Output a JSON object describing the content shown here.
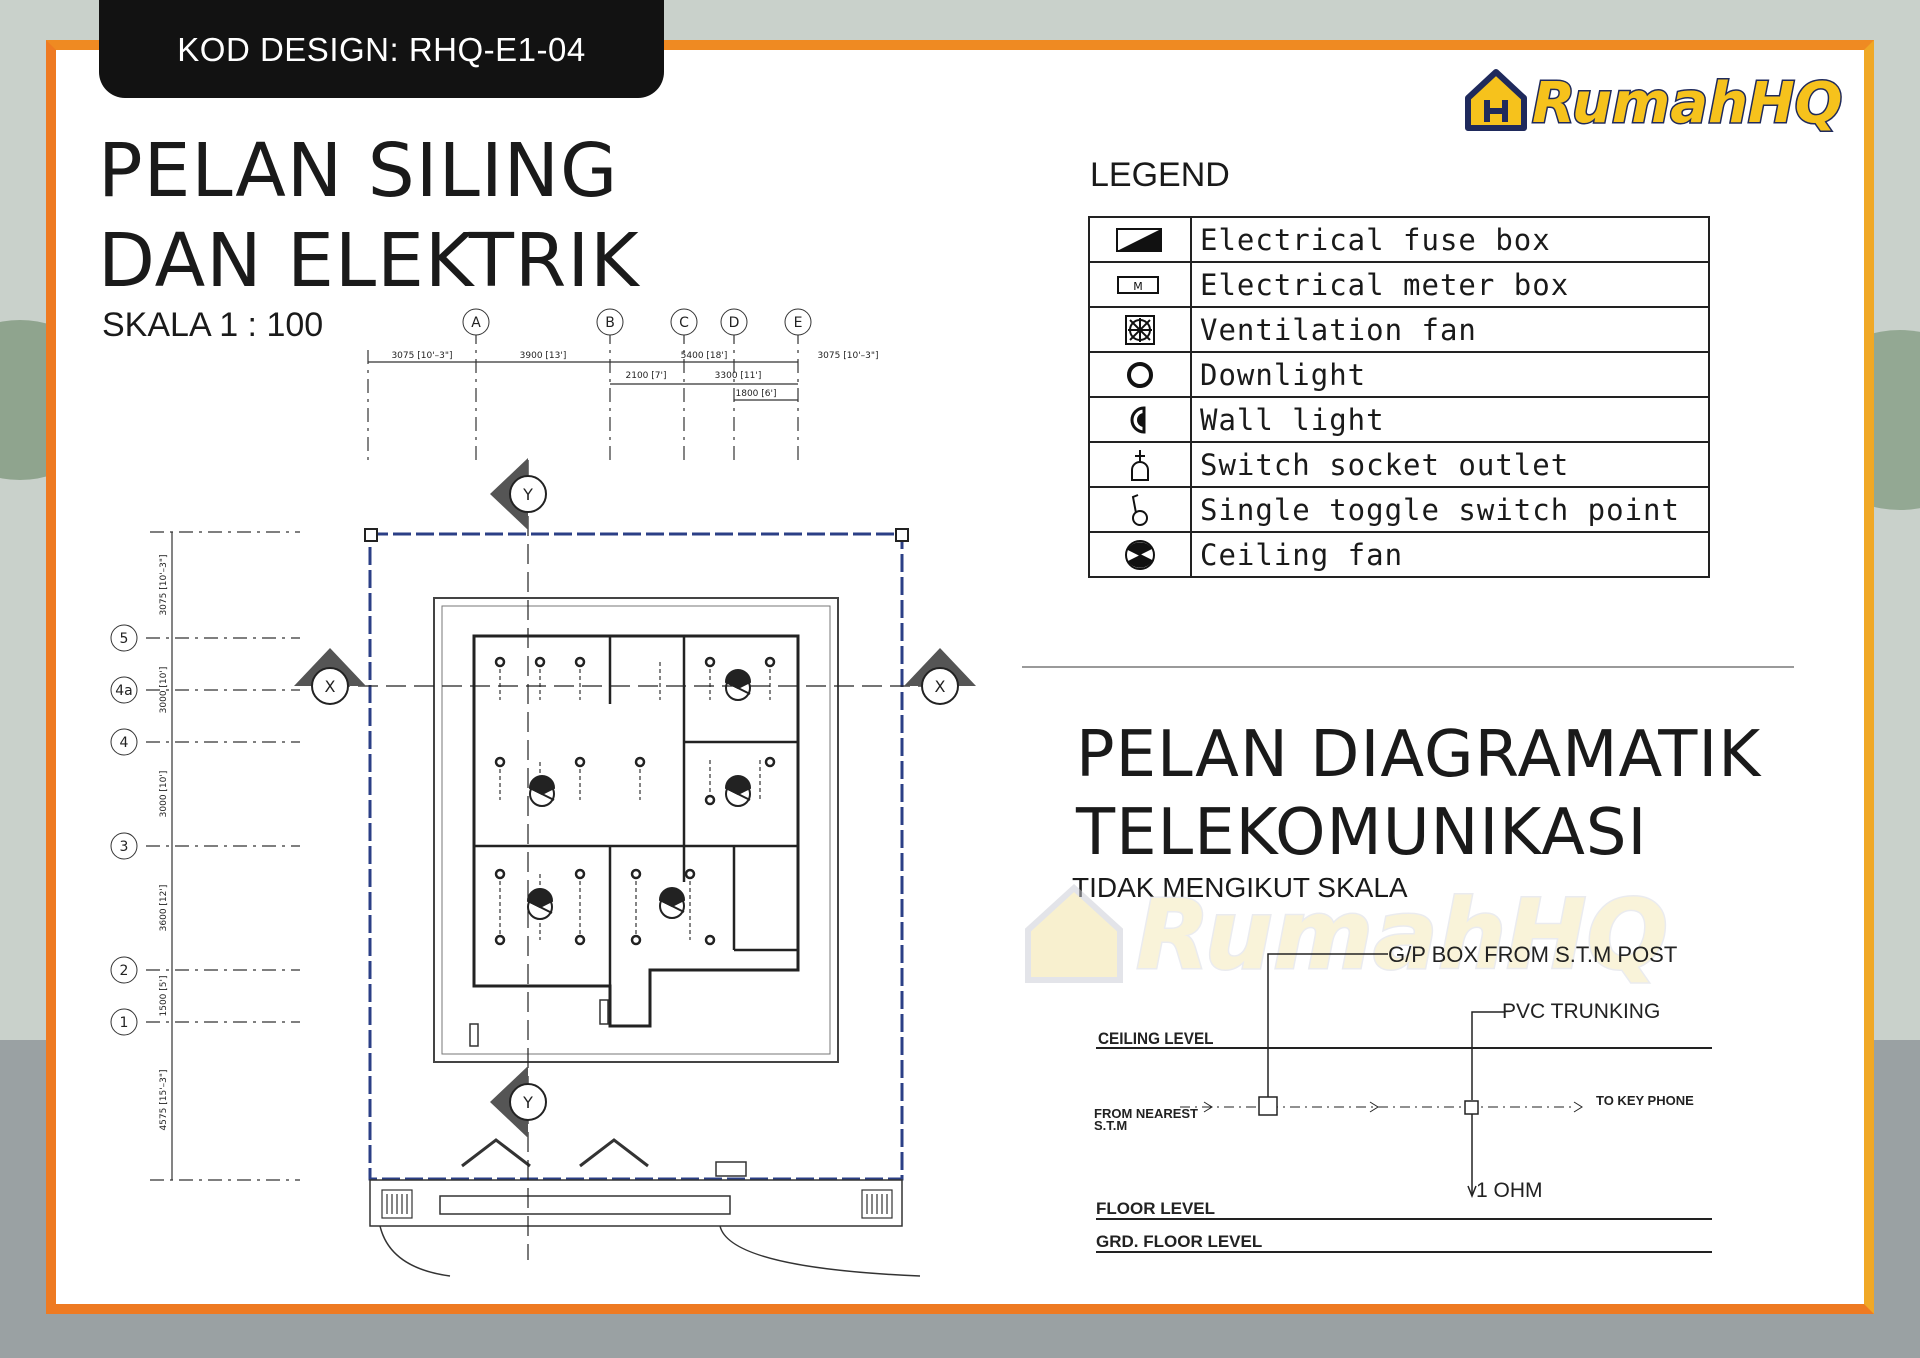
{
  "header": {
    "code_label": "KOD DESIGN: RHQ-E1-04",
    "brand": "RumahHQ",
    "brand_icon": "house-h-logo-icon"
  },
  "ceiling_plan": {
    "title_line1": "PELAN SILING",
    "title_line2": "DAN ELEKTRIK",
    "scale": "SKALA 1 : 100",
    "grid_columns": [
      "A",
      "B",
      "C",
      "D",
      "E"
    ],
    "grid_rows": [
      "5",
      "4a",
      "4",
      "3",
      "2",
      "1"
    ],
    "top_dims": [
      "3075 [10'–3\"]",
      "3900 [13']",
      "5400 [18']",
      "3075 [10'–3\"]"
    ],
    "top_dims_inner": [
      "2100 [7']",
      "3300 [11']",
      "1800 [6']"
    ],
    "left_dims": [
      "3075 [10'–3\"]",
      "3000 [10']",
      "3000 [10']",
      "3600 [12']",
      "1500 [5']",
      "4575 [15'–3\"]"
    ],
    "section_marks": [
      "X",
      "X",
      "Y",
      "Y"
    ]
  },
  "legend": {
    "title": "LEGEND",
    "items": [
      {
        "icon": "fuse-box-icon",
        "label": "Electrical  fuse  box"
      },
      {
        "icon": "meter-box-icon",
        "label": "Electrical  meter  box"
      },
      {
        "icon": "ventilation-fan-icon",
        "label": "Ventilation  fan"
      },
      {
        "icon": "downlight-icon",
        "label": "Downlight"
      },
      {
        "icon": "wall-light-icon",
        "label": "Wall  light"
      },
      {
        "icon": "socket-outlet-icon",
        "label": "Switch  socket  outlet"
      },
      {
        "icon": "toggle-switch-icon",
        "label": "Single  toggle  switch  point"
      },
      {
        "icon": "ceiling-fan-icon",
        "label": "Ceiling  fan"
      }
    ],
    "meter_box_letter": "M"
  },
  "telecom": {
    "title_line1": "PELAN DIAGRAMATIK",
    "title_line2": "TELEKOMUNIKASI",
    "scale": "TIDAK MENGIKUT SKALA",
    "gp_box": "G/P BOX FROM  S.T.M  POST",
    "pvc": "PVC TRUNKING",
    "ceiling_level": "CEILING  LEVEL",
    "from_nearest_1": "FROM  NEAREST",
    "from_nearest_2": "S.T.M",
    "to_key_phone": "TO  KEY  PHONE",
    "ohm": "1 OHM",
    "floor_level": "FLOOR  LEVEL",
    "grd_floor_level": "GRD.  FLOOR  LEVEL"
  },
  "colors": {
    "frame_orange": "#ee7a22",
    "frame_gold": "#f0a826",
    "tab_black": "#121212",
    "plan_blue": "#2b3f86",
    "brand_yellow": "#f6c21c",
    "brand_navy": "#1f2a5c"
  }
}
